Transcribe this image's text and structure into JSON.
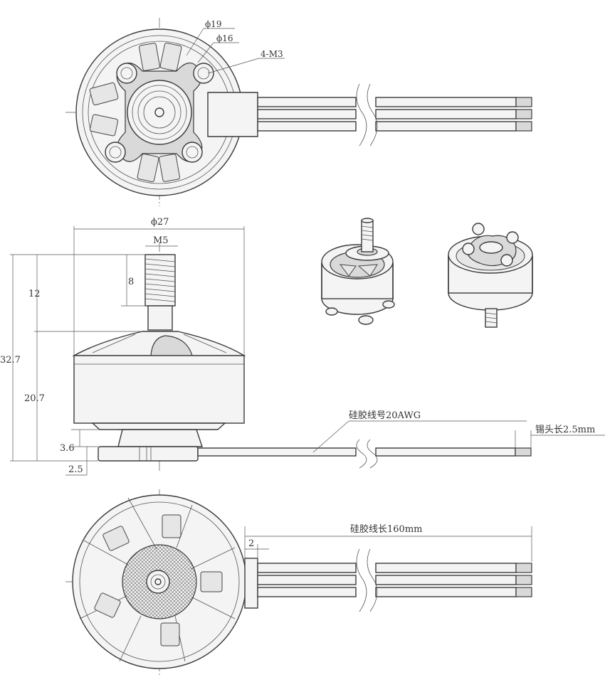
{
  "top_view": {
    "dia_outer": "ϕ19",
    "dia_inner": "ϕ16",
    "screw_label": "4-M3"
  },
  "side_view": {
    "bell_diameter": "ϕ27",
    "shaft_thread": "M5",
    "thread_length": "8",
    "shaft_height": "12",
    "total_height": "32.7",
    "body_height": "20.7",
    "base_height_a": "3.6",
    "base_height_b": "2.5",
    "wire_label": "硅胶线号20AWG",
    "tin_label": "锡头长2.5mm"
  },
  "bottom_view": {
    "wire_length_label": "硅胶线长160mm",
    "gap_label": "2"
  }
}
